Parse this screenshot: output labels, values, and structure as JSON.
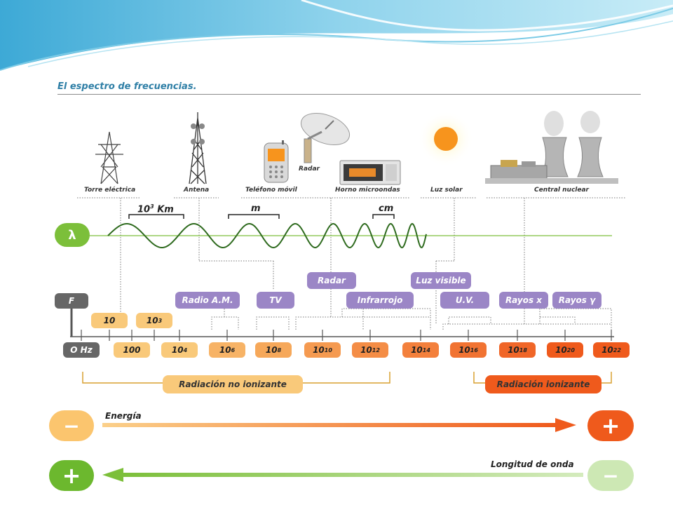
{
  "title": "El espectro de frecuencias.",
  "sources": [
    {
      "name": "Torre eléctrica"
    },
    {
      "name": "Antena"
    },
    {
      "name": "Teléfono móvil"
    },
    {
      "name": "Radar"
    },
    {
      "name": "Horno microondas"
    },
    {
      "name": "Luz solar"
    },
    {
      "name": "Central nuclear"
    }
  ],
  "wavelength": {
    "symbol": "λ",
    "scales": [
      {
        "base": "10",
        "exp": "3",
        "unit": "Km"
      },
      {
        "base": "m",
        "exp": "",
        "unit": ""
      },
      {
        "base": "cm",
        "exp": "",
        "unit": ""
      }
    ]
  },
  "frequency": {
    "symbol": "F",
    "ticks": [
      {
        "base": "O Hz",
        "exp": ""
      },
      {
        "base": "10",
        "exp": ""
      },
      {
        "base": "100",
        "exp": ""
      },
      {
        "base": "10",
        "exp": "3"
      },
      {
        "base": "10",
        "exp": "4"
      },
      {
        "base": "10",
        "exp": "6"
      },
      {
        "base": "10",
        "exp": "8"
      },
      {
        "base": "10",
        "exp": "10"
      },
      {
        "base": "10",
        "exp": "12"
      },
      {
        "base": "10",
        "exp": "14"
      },
      {
        "base": "10",
        "exp": "16"
      },
      {
        "base": "10",
        "exp": "18"
      },
      {
        "base": "10",
        "exp": "20"
      },
      {
        "base": "10",
        "exp": "22"
      }
    ]
  },
  "bands": [
    {
      "label": "Radio A.M."
    },
    {
      "label": "TV"
    },
    {
      "label": "Radar"
    },
    {
      "label": "Infrarrojo"
    },
    {
      "label": "Luz visible"
    },
    {
      "label": "U.V."
    },
    {
      "label": "Rayos x"
    },
    {
      "label": "Rayos γ"
    }
  ],
  "radiation": {
    "non_ionizing": "Radiación no ionizante",
    "ionizing": "Radiación ionizante"
  },
  "energy": {
    "label": "Energía",
    "minus": "−",
    "plus": "+"
  },
  "wavelength_axis": {
    "label": "Longitud de onda",
    "plus": "+",
    "minus": "−"
  },
  "colors": {
    "teal": "#2f7fa6",
    "green": "#7cbf3a",
    "purple": "#9b86c6",
    "orange": "#ef5a1c",
    "yellow": "#f9c97a",
    "gray": "#666666"
  }
}
